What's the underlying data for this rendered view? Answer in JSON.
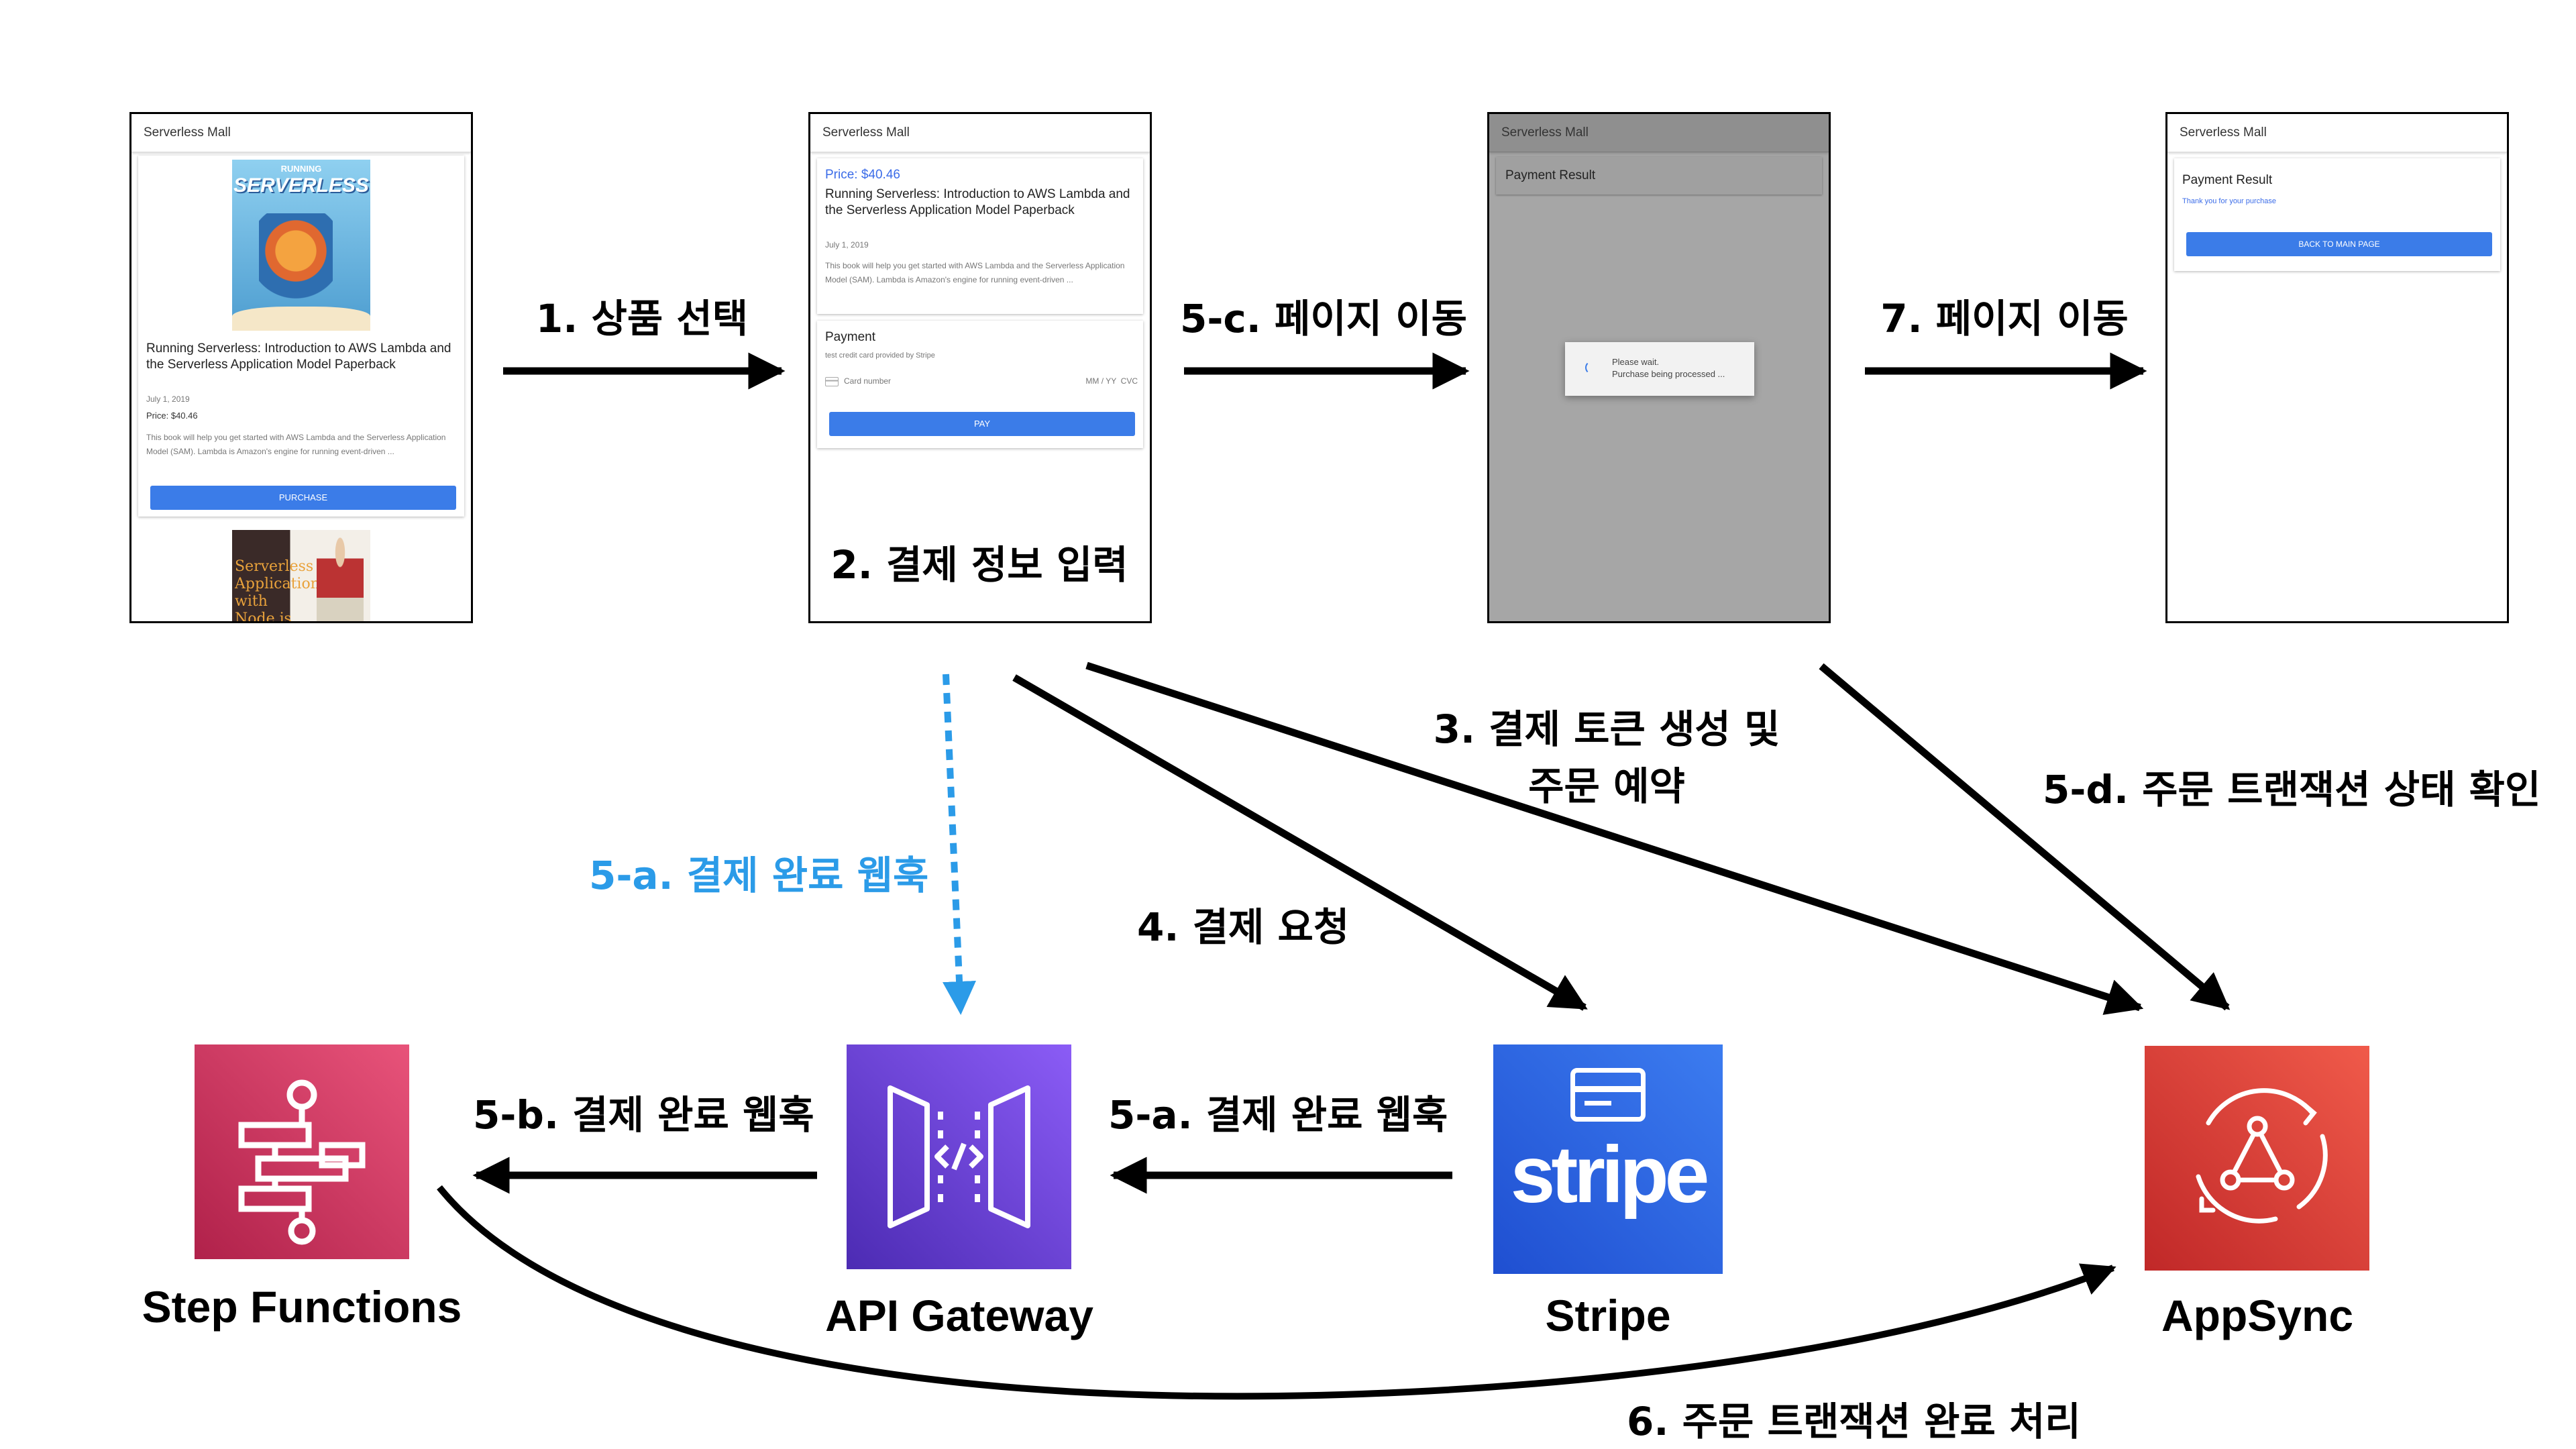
{
  "screens": {
    "product": {
      "app_title": "Serverless Mall",
      "cover_badge": "RUNNING",
      "cover_title": "SERVERLESS",
      "book_title": "Running Serverless: Introduction to AWS Lambda and the Serverless Application Model Paperback",
      "date": "July 1, 2019",
      "price": "Price: $40.46",
      "description": "This book will help you get started with AWS Lambda and the Serverless Application Model (SAM). Lambda is Amazon's engine for running event-driven ...",
      "purchase_button": "PURCHASE",
      "second_cover_title": "Serverless Applications with Node.js"
    },
    "payment": {
      "app_title": "Serverless Mall",
      "price": "Price: $40.46",
      "book_title": "Running Serverless: Introduction to AWS Lambda and the Serverless Application Model Paperback",
      "date": "July 1, 2019",
      "description": "This book will help you get started with AWS Lambda and the Serverless Application Model (SAM). Lambda is Amazon's engine for running event-driven ...",
      "payment_heading": "Payment",
      "payment_note": "test credit card provided by Stripe",
      "card_placeholder": "Card number",
      "expiry_cvc": "MM / YY  CVC",
      "pay_button": "PAY"
    },
    "processing": {
      "app_title": "Serverless Mall",
      "result_heading": "Payment Result",
      "wait_line1": "Please wait.",
      "wait_line2": "Purchase being processed ..."
    },
    "result": {
      "app_title": "Serverless Mall",
      "result_heading": "Payment Result",
      "thanks": "Thank you for your purchase",
      "back_button": "BACK TO MAIN PAGE"
    }
  },
  "labels": {
    "step1": "1. 상품 선택",
    "step2": "2. 결제 정보 입력",
    "step5c": "5-c. 페이지 이동",
    "step7": "7. 페이지 이동",
    "step3_line1": "3. 결제 토큰 생성 및",
    "step3_line2": "주문 예약",
    "step5d": "5-d. 주문 트랜잭션 상태 확인",
    "step5a_webhook": "5-a. 결제 완료 웹훅",
    "step4": "4. 결제 요청",
    "step5b": "5-b. 결제 완료 웹훅",
    "step5a_stripe": "5-a. 결제 완료 웹훅",
    "step6": "6. 주문 트랜잭션 완료 처리"
  },
  "services": {
    "step_functions": "Step Functions",
    "api_gateway": "API Gateway",
    "stripe": "Stripe",
    "stripe_logo_text": "stripe",
    "appsync": "AppSync"
  },
  "colors": {
    "webhook_blue": "#2b9be8",
    "button_blue": "#3b7ce8",
    "step_functions_gradient": [
      "#b0214a",
      "#e8537a"
    ],
    "api_gateway_gradient": [
      "#4c2bb3",
      "#8b5cf6"
    ],
    "stripe_gradient": [
      "#1f4fd1",
      "#3c7cf0"
    ],
    "appsync_gradient": [
      "#c02828",
      "#f05a4a"
    ]
  }
}
